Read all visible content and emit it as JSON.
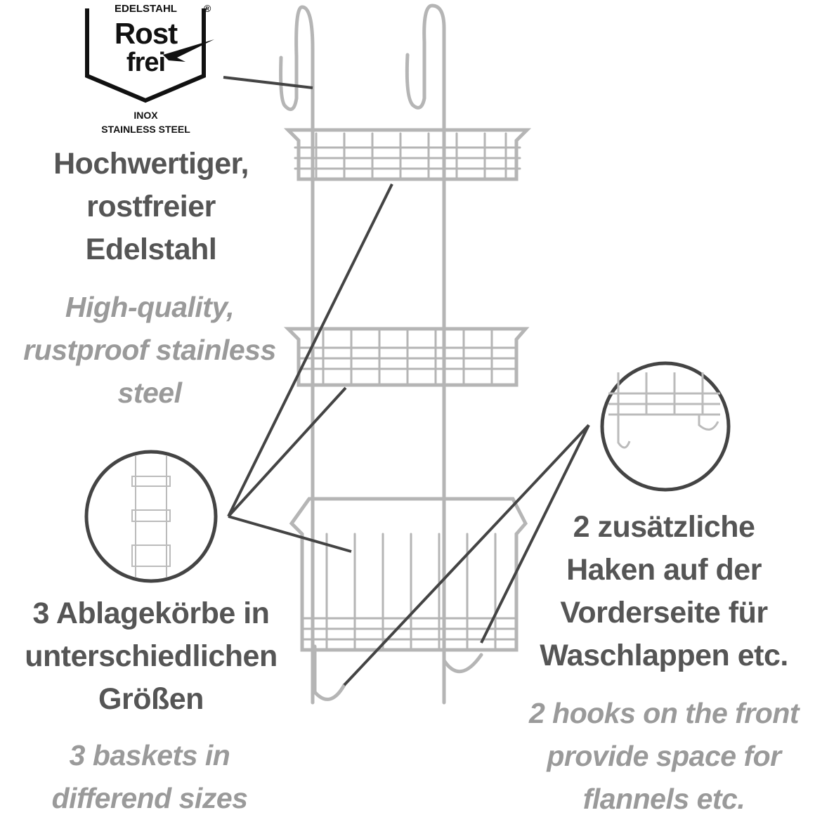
{
  "logo": {
    "top": "EDELSTAHL",
    "registered": "®",
    "line1": "Rost",
    "line2": "frei",
    "inox": "INOX",
    "stainless": "STAINLESS STEEL"
  },
  "feature_material": {
    "de": [
      "Hochwertiger,",
      "rostfreier",
      "Edelstahl"
    ],
    "en": [
      "High-quality,",
      "rustproof stainless",
      "steel"
    ]
  },
  "feature_baskets": {
    "de": [
      "3 Ablagekörbe in",
      "unterschiedlichen",
      "Größen"
    ],
    "en": [
      "3 baskets in",
      "differend sizes"
    ]
  },
  "feature_hooks": {
    "de": [
      "2 zusätzliche",
      "Haken auf der",
      "Vorderseite für",
      "Waschlappen etc."
    ],
    "en": [
      "2 hooks on the front",
      "provide space for",
      "flannels etc."
    ]
  },
  "colors": {
    "heading": "#555555",
    "subtitle": "#9a9a9a",
    "callout": "#444444",
    "steel": "#b8b8b8"
  }
}
